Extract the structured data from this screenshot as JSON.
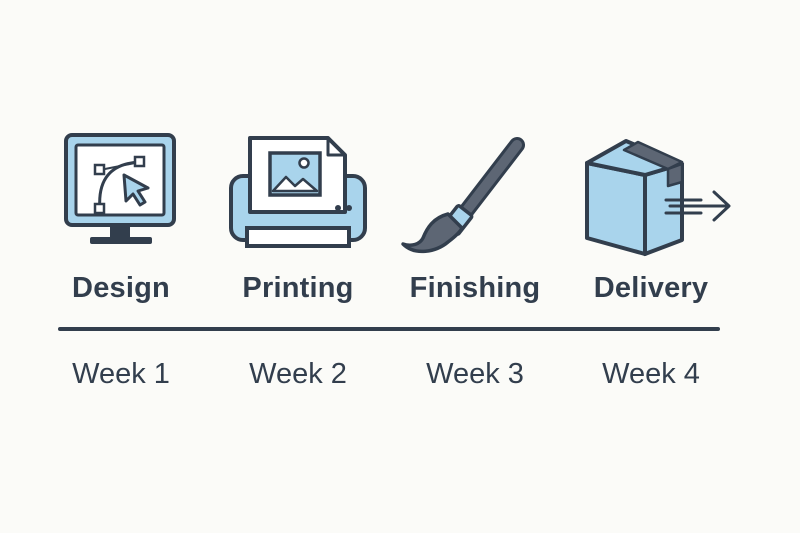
{
  "colors": {
    "stroke": "#323e4d",
    "fill": "#a9d4ec",
    "background": "#fbfbf8",
    "paper": "#ffffff"
  },
  "steps": [
    {
      "label": "Design",
      "week": "Week 1",
      "icon": "monitor-vector-design-icon"
    },
    {
      "label": "Printing",
      "week": "Week 2",
      "icon": "printer-icon"
    },
    {
      "label": "Finishing",
      "week": "Week 3",
      "icon": "paintbrush-icon"
    },
    {
      "label": "Delivery",
      "week": "Week 4",
      "icon": "shipping-box-icon"
    }
  ]
}
